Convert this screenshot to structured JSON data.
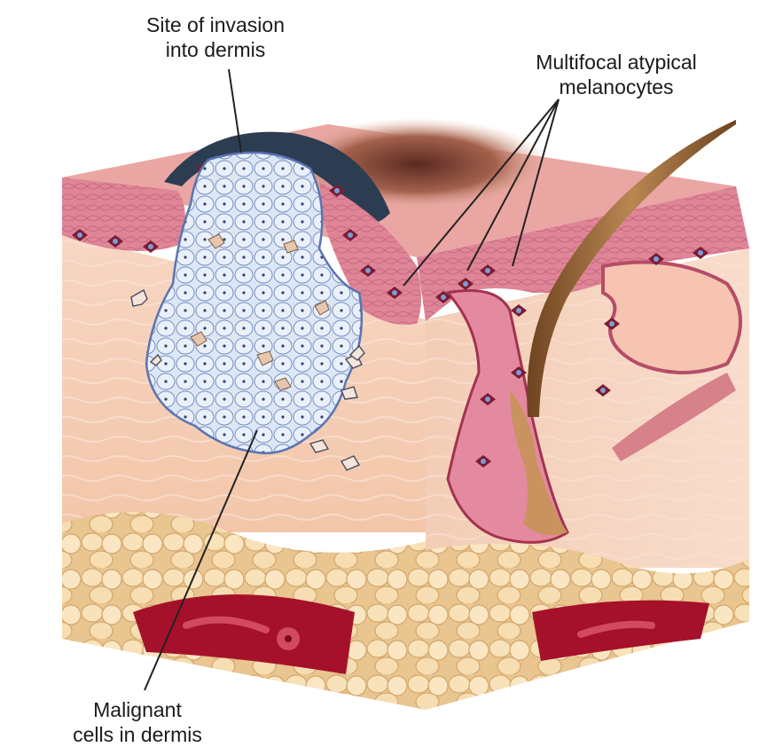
{
  "labels": {
    "invasion": {
      "line1": "Site of invasion",
      "line2": "into dermis"
    },
    "multifocal": {
      "line1": "Multifocal atypical",
      "line2": "melanocytes"
    },
    "malignant": {
      "line1": "Malignant",
      "line2": "cells in dermis"
    }
  },
  "colors": {
    "epidermis": "#d97a8f",
    "dermis": "#f6d2bd",
    "tumor_cells": "#dbe6f4",
    "tumor_outline": "#5a74b3",
    "melanocyte": "#7a1c33",
    "melanocyte_nucleus": "#7f9bd6",
    "fat": "#f5d9a9",
    "blood": "#a5112a",
    "hair": "#8a5a2e",
    "pigment": "#2f3f55"
  }
}
